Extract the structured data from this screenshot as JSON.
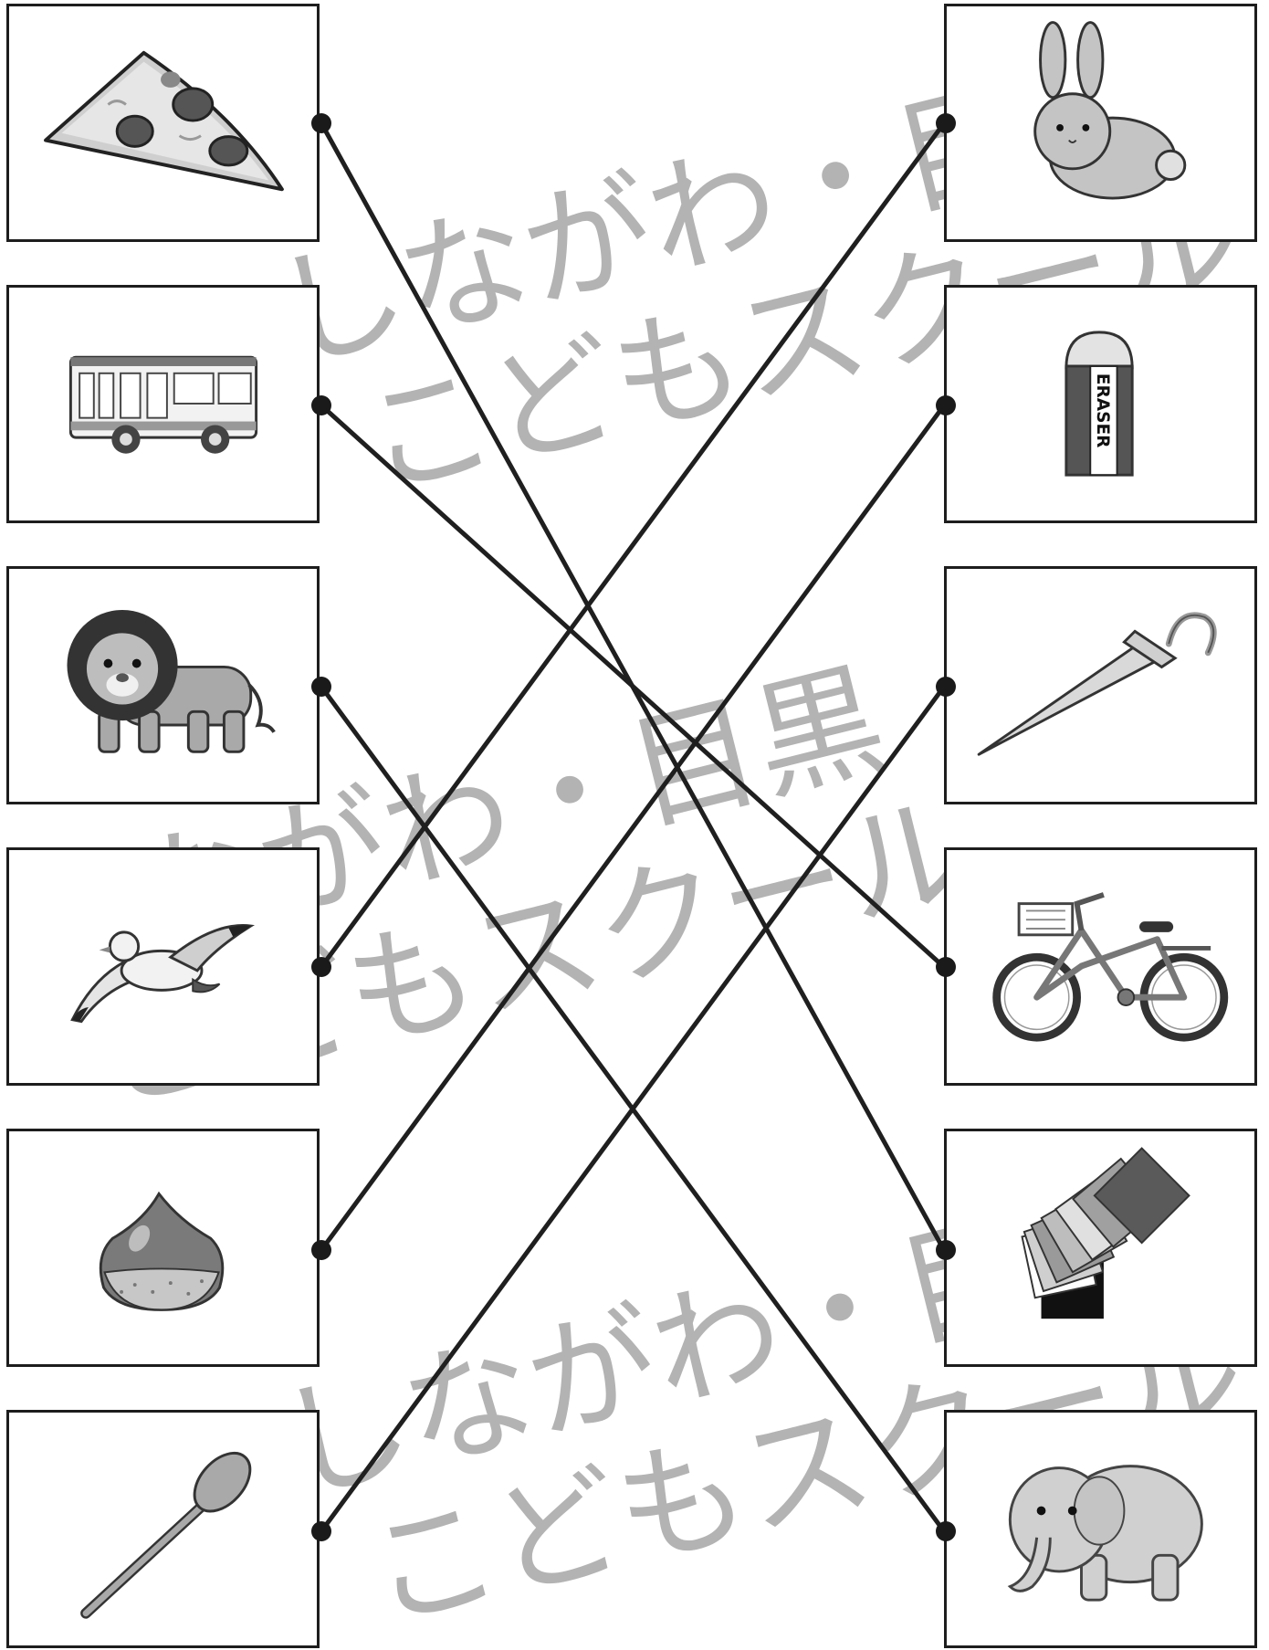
{
  "watermark": {
    "line_a": "しながわ・目黒",
    "line_b": "こどもスクール"
  },
  "eraser_label": "ERASER",
  "left_column": [
    {
      "id": "pizza",
      "icon": "pizza-icon"
    },
    {
      "id": "bus",
      "icon": "bus-icon"
    },
    {
      "id": "lion",
      "icon": "lion-icon"
    },
    {
      "id": "seagull",
      "icon": "seagull-icon"
    },
    {
      "id": "chestnut",
      "icon": "chestnut-icon"
    },
    {
      "id": "spoon",
      "icon": "spoon-icon"
    }
  ],
  "right_column": [
    {
      "id": "rabbit",
      "icon": "rabbit-icon"
    },
    {
      "id": "eraser",
      "icon": "eraser-icon"
    },
    {
      "id": "umbrella",
      "icon": "umbrella-icon"
    },
    {
      "id": "bicycle",
      "icon": "bicycle-icon"
    },
    {
      "id": "origami-paper",
      "icon": "origami-paper-icon"
    },
    {
      "id": "elephant",
      "icon": "elephant-icon"
    }
  ],
  "connections": [
    {
      "from": "pizza",
      "to": "origami-paper"
    },
    {
      "from": "bus",
      "to": "bicycle"
    },
    {
      "from": "lion",
      "to": "elephant"
    },
    {
      "from": "seagull",
      "to": "rabbit"
    },
    {
      "from": "chestnut",
      "to": "eraser"
    },
    {
      "from": "spoon",
      "to": "umbrella"
    }
  ]
}
